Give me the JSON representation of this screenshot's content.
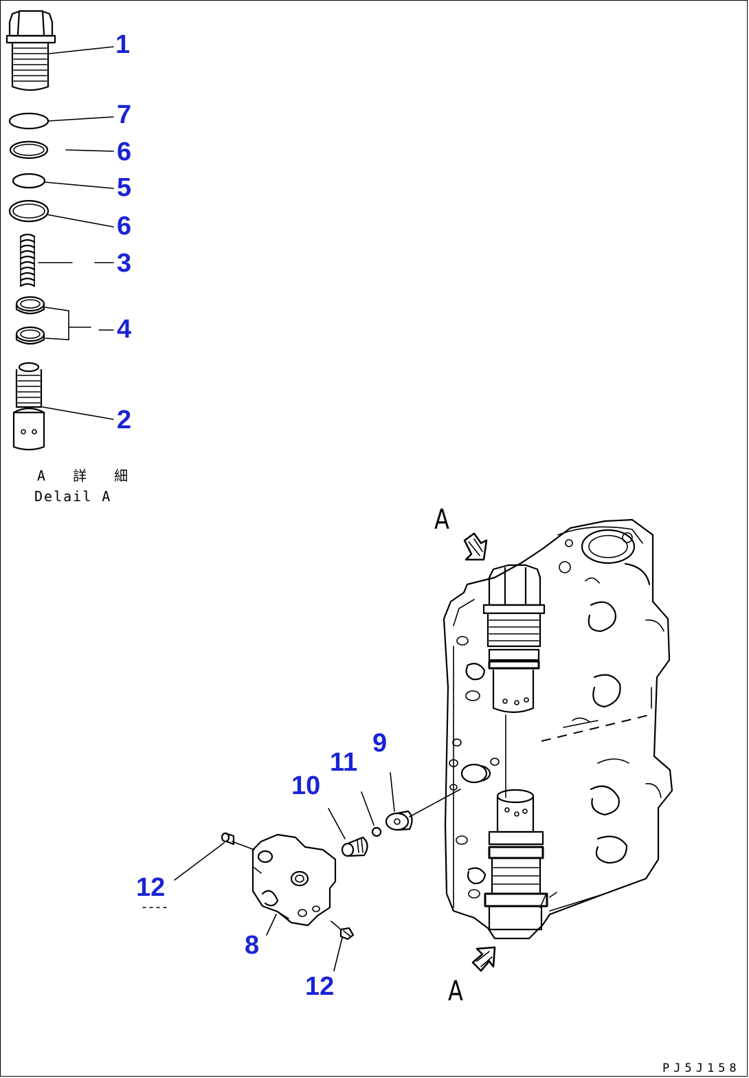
{
  "callouts": {
    "c1": "1",
    "c7": "7",
    "c6a": "6",
    "c5": "5",
    "c6b": "6",
    "c3": "3",
    "c4": "4",
    "c2": "2",
    "c9": "9",
    "c11": "11",
    "c10": "10",
    "c12a": "12",
    "c8": "8",
    "c12b": "12"
  },
  "detail": {
    "line1": "A 詳 細",
    "line2": "Delail A"
  },
  "view_markers": {
    "top": "A",
    "bottom": "A"
  },
  "drawing_code": "PJ5J158",
  "colors": {
    "callout": "#1a23d6",
    "linework": "#000000",
    "background": "#ffffff"
  }
}
